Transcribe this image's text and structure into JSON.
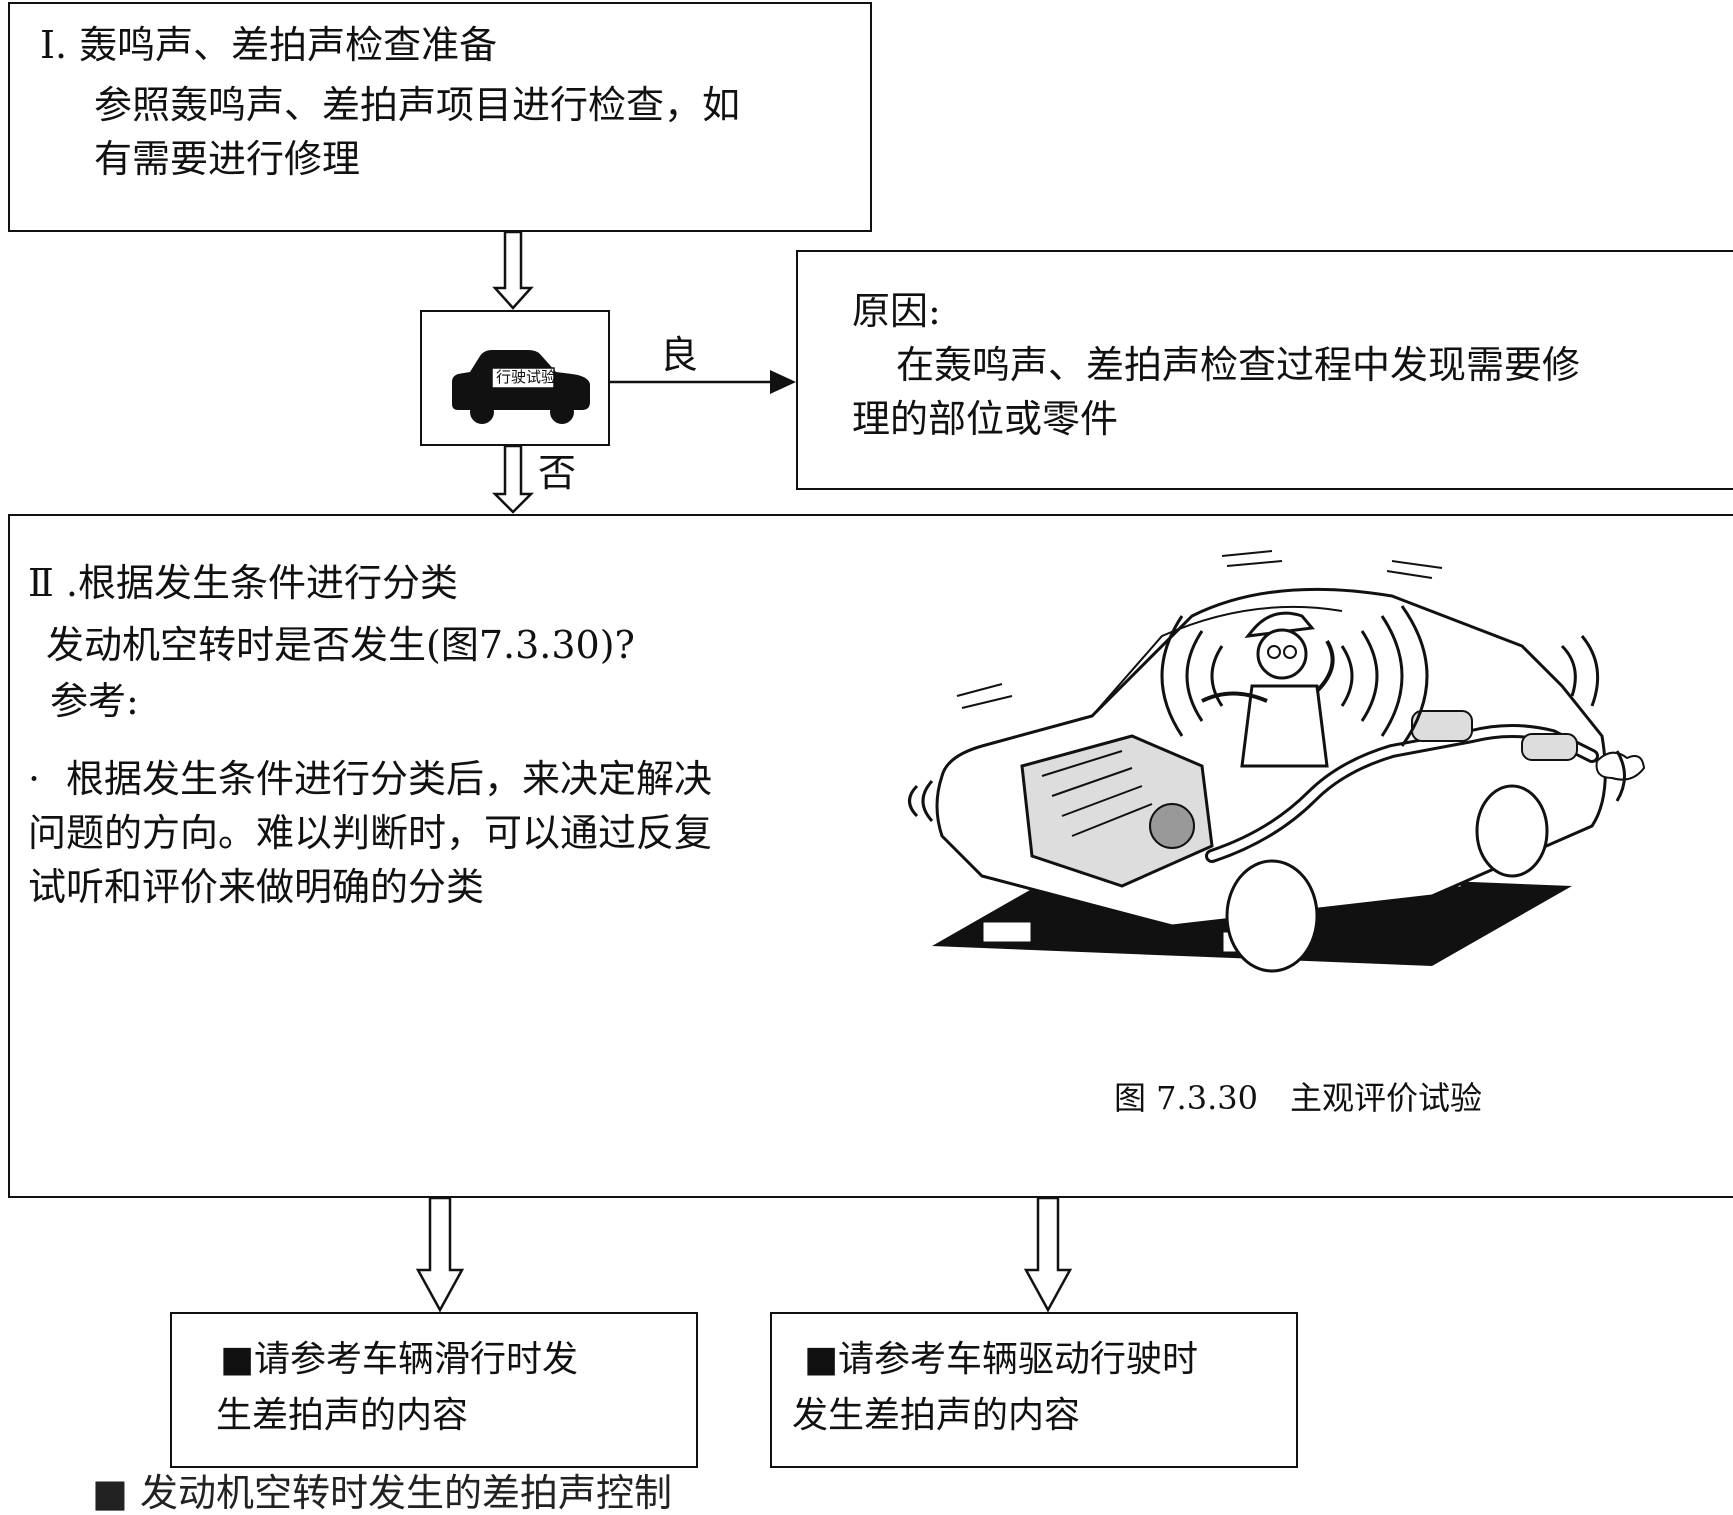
{
  "step1": {
    "title": "Ⅰ. 轰鸣声、差拍声检查准备",
    "body_line1": "参照轰鸣声、差拍声项目进行检查，如",
    "body_line2": "有需要进行修理"
  },
  "decision": {
    "car_label": "行驶试验",
    "yes_label": "良",
    "no_label": "否"
  },
  "cause": {
    "title": "原因:",
    "line1": "在轰鸣声、差拍声检查过程中发现需要修",
    "line2": "理的部位或零件"
  },
  "step2": {
    "title": "Ⅱ .根据发生条件进行分类",
    "question": "发动机空转时是否发生(图7.3.30)?",
    "ref_label": "参考:",
    "bullet": "·",
    "note_line1": "根据发生条件进行分类后，来决定解决",
    "note_line2": "问题的方向。难以判断时，可以通过反复",
    "note_line3": "试听和评价来做明确的分类",
    "figure_caption": "图 7.3.30　主观评价试验"
  },
  "outcomes": [
    {
      "line1": "■请参考车辆滑行时发",
      "line2": "生差拍声的内容"
    },
    {
      "line1": "■请参考车辆驱动行驶时",
      "line2": "发生差拍声的内容"
    }
  ],
  "footer": {
    "text": "■ 发动机空转时发生的差拍声控制"
  }
}
